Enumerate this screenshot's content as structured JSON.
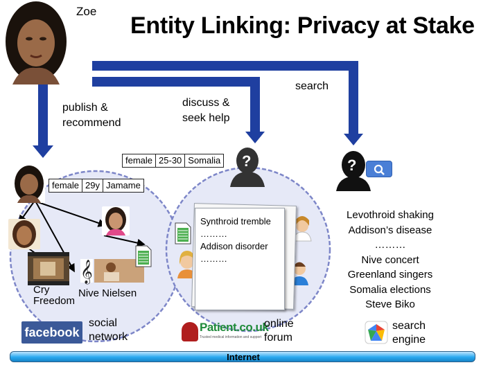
{
  "title": "Entity Linking: Privacy at Stake",
  "user": {
    "name": "Zoe"
  },
  "arrows": {
    "search": "search",
    "discuss": [
      "discuss &",
      "seek help"
    ],
    "publish": [
      "publish &",
      "recommend"
    ]
  },
  "profile_forum": {
    "chips": [
      "female",
      "25-30",
      "Somalia"
    ]
  },
  "profile_social": {
    "chips": [
      "female",
      "29y",
      "Jamame"
    ]
  },
  "forum_post": {
    "lines": [
      "Synthroid tremble",
      "………",
      "Addison disorder",
      "………"
    ]
  },
  "social_items": {
    "movie": [
      "Cry",
      "Freedom"
    ],
    "music": "Nive Nielsen"
  },
  "search_queries": [
    "Levothroid shaking",
    "Addison’s disease",
    "………",
    "Nive concert",
    "Greenland singers",
    "Somalia elections",
    "Steve Biko"
  ],
  "platforms": {
    "social": {
      "logo_text": "facebook",
      "label": [
        "social",
        "network"
      ]
    },
    "forum": {
      "logo_text": "Patient.co.uk",
      "tagline": "Trusted medical information and support",
      "label": [
        "online",
        "forum"
      ]
    },
    "search": {
      "label": [
        "search",
        "engine"
      ]
    }
  },
  "internet": "Internet",
  "icons": {
    "question": "?",
    "search_button": "magnifier-icon"
  },
  "colors": {
    "arrow": "#1f3fa0",
    "circle_fill": "#e6e9f7",
    "circle_stroke": "#7d86c8",
    "internet_bar": "#29a8ef",
    "facebook": "#3b5998",
    "patient_green": "#1f8a3a"
  }
}
